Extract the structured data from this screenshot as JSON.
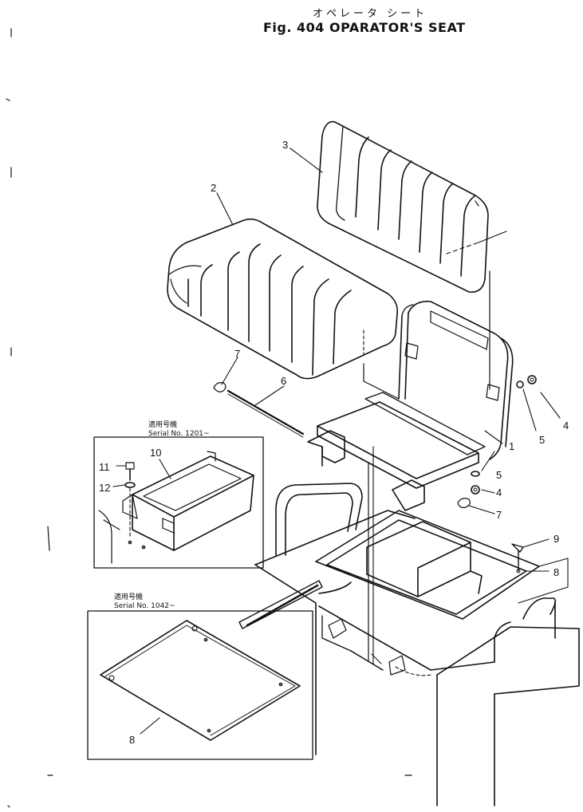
{
  "title": {
    "japanese": "オペレータ シート",
    "english": "Fig. 404 OPARATOR'S SEAT"
  },
  "inset_top": {
    "applicable_jp": "適用号機",
    "serial": "Serial No. 1201~"
  },
  "inset_bottom": {
    "applicable_jp": "適用号機",
    "serial": "Serial No. 1042~"
  },
  "callouts": {
    "c1": "1",
    "c2": "2",
    "c3": "3",
    "c4a": "4",
    "c4b": "4",
    "c5a": "5",
    "c5b": "5",
    "c6": "6",
    "c7a": "7",
    "c7b": "7",
    "c8a": "8",
    "c8b": "8",
    "c9": "9",
    "c10": "10",
    "c11": "11",
    "c12": "12"
  }
}
